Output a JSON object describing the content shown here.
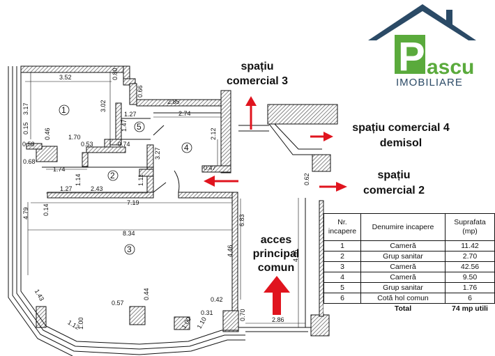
{
  "logo": {
    "text_left": "P",
    "text_right": "ascu",
    "subtitle": "IMOBILIARE"
  },
  "labels": {
    "commercial3_line1": "spațiu",
    "commercial3_line2": "comercial 3",
    "commercial4_line1": "spațiu comercial 4",
    "commercial4_line2": "demisol",
    "commercial2_line1": "spațiu",
    "commercial2_line2": "comercial 2",
    "entrance_line1": "acces",
    "entrance_line2": "principal",
    "entrance_line3": "comun"
  },
  "room_numbers": [
    "1",
    "2",
    "3",
    "4",
    "5"
  ],
  "dimensions": [
    "3.52",
    "0.80",
    "0.66",
    "2.85",
    "3.17",
    "3.02",
    "1.27",
    "2.74",
    "1.47",
    "0.15",
    "0.46",
    "0.58",
    "1.70",
    "0.53",
    "0.74",
    "2.12",
    "0.68",
    "1.74",
    "3.27",
    "0.47",
    "1.14",
    "1.11",
    "1.27",
    "2.43",
    "0.14",
    "7.19",
    "0.62",
    "4.79",
    "6.83",
    "8.34",
    "4.66",
    "4.46",
    "1.43",
    "0.57",
    "0.44",
    "0.42",
    "0.31",
    "1.10",
    "0.70",
    "1.12",
    "1.00",
    "1.00",
    "2.86"
  ],
  "table": {
    "headers": {
      "nr": "Nr. incapere",
      "name": "Denumire incapere",
      "area": "Suprafata (mp)"
    },
    "rows": [
      {
        "nr": "1",
        "name": "Cameră",
        "area": "11.42"
      },
      {
        "nr": "2",
        "name": "Grup sanitar",
        "area": "2.70"
      },
      {
        "nr": "3",
        "name": "Cameră",
        "area": "42.56"
      },
      {
        "nr": "4",
        "name": "Cameră",
        "area": "9.50"
      },
      {
        "nr": "5",
        "name": "Grup sanitar",
        "area": "1.76"
      },
      {
        "nr": "6",
        "name": "Cotă hol comun",
        "area": "6"
      }
    ],
    "total_label": "Total",
    "total_value": "74 mp utili"
  },
  "colors": {
    "arrow": "#e0141e",
    "logo_green": "#5aaa3c",
    "logo_navy": "#2b4a66",
    "wall_hatch": "#555555"
  }
}
